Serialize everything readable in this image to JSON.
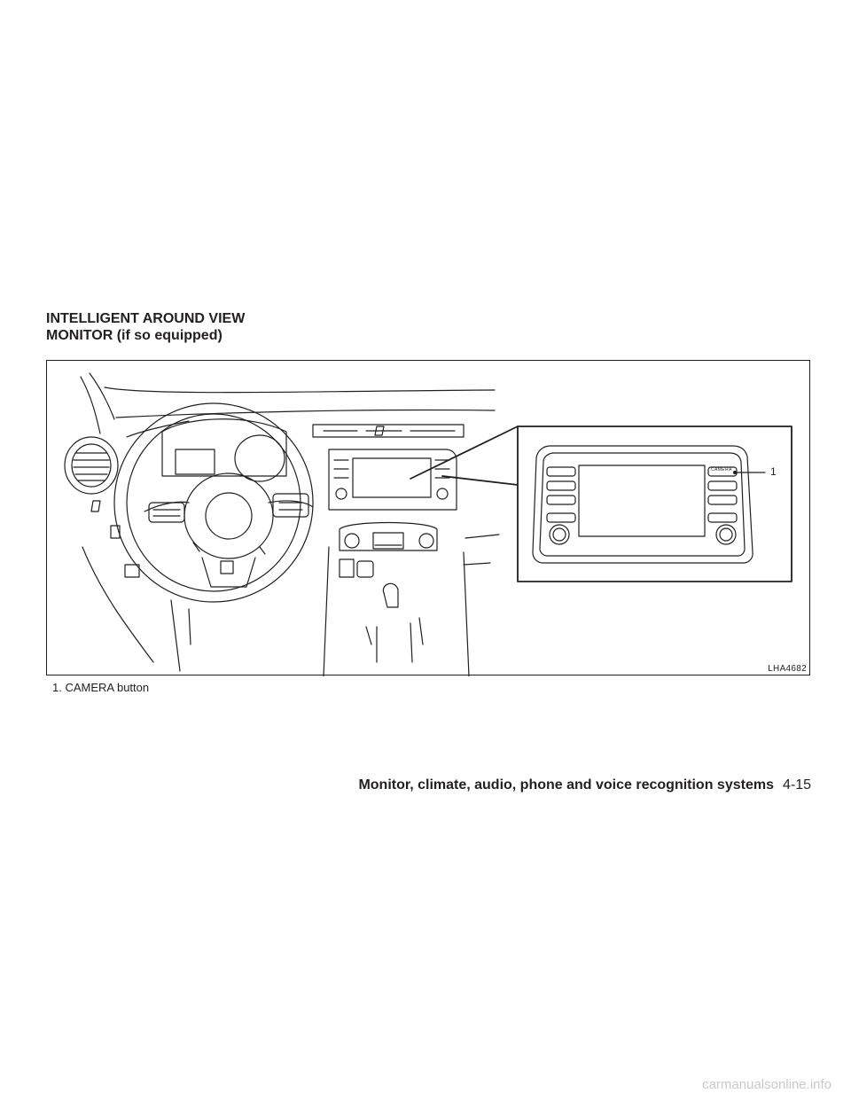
{
  "section": {
    "title_line1": "INTELLIGENT AROUND VIEW",
    "title_line2": "MONITOR (if so equipped)"
  },
  "figure": {
    "code": "LHA4682",
    "callout_number": "1",
    "button_label": "CAMERA"
  },
  "caption": {
    "item_1": "1.  CAMERA button"
  },
  "footer": {
    "chapter_title": "Monitor, climate, audio, phone and voice recognition systems",
    "page_number": "4-15"
  },
  "watermark": "carmanualsonline.info"
}
